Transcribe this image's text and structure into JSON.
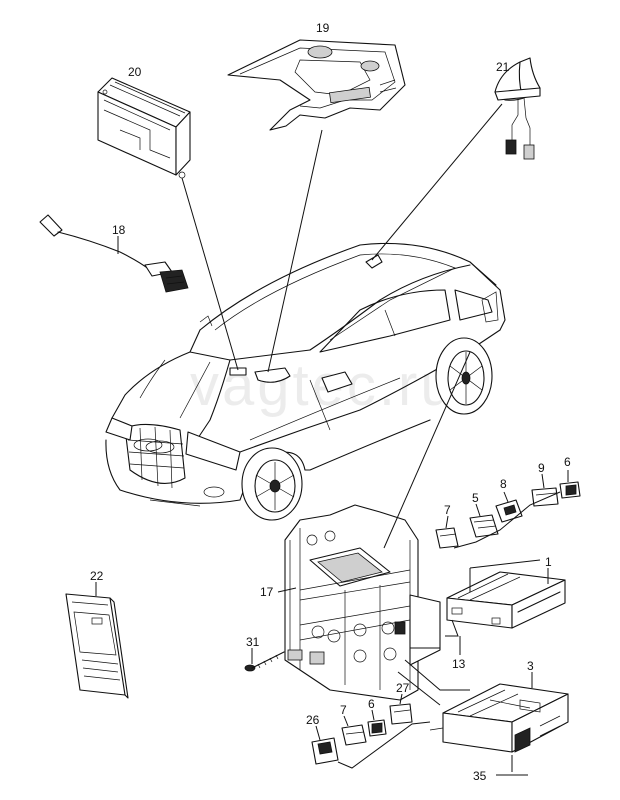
{
  "watermark": "vagtec.ru",
  "callouts": [
    {
      "id": "c1",
      "label": "1"
    },
    {
      "id": "c3",
      "label": "3"
    },
    {
      "id": "c5",
      "label": "5"
    },
    {
      "id": "c6a",
      "label": "6"
    },
    {
      "id": "c6b",
      "label": "6"
    },
    {
      "id": "c7a",
      "label": "7"
    },
    {
      "id": "c7b",
      "label": "7"
    },
    {
      "id": "c8",
      "label": "8"
    },
    {
      "id": "c9",
      "label": "9"
    },
    {
      "id": "c13",
      "label": "13"
    },
    {
      "id": "c17",
      "label": "17"
    },
    {
      "id": "c18",
      "label": "18"
    },
    {
      "id": "c19",
      "label": "19"
    },
    {
      "id": "c20",
      "label": "20"
    },
    {
      "id": "c21",
      "label": "21"
    },
    {
      "id": "c22",
      "label": "22"
    },
    {
      "id": "c26",
      "label": "26"
    },
    {
      "id": "c27",
      "label": "27"
    },
    {
      "id": "c31",
      "label": "31"
    },
    {
      "id": "c35",
      "label": "35"
    }
  ]
}
